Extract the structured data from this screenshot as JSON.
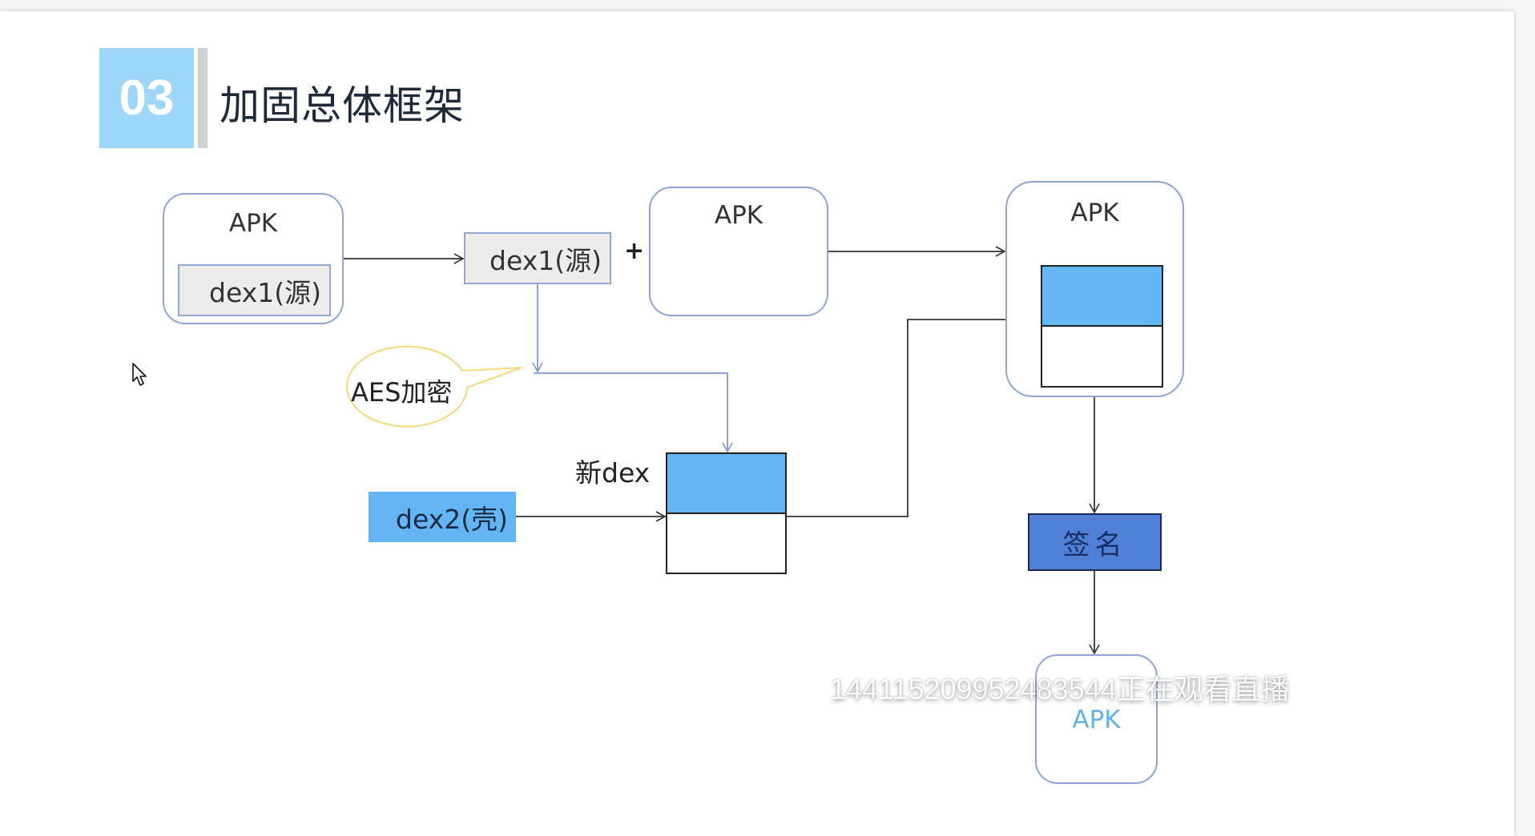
{
  "slide": {
    "section_number": "03",
    "title": "加固总体框架"
  },
  "diagram": {
    "source_apk": {
      "label": "APK",
      "inner_label": "dex1(源)"
    },
    "extracted_dex": {
      "label": "dex1(源)"
    },
    "plus_sign": "+",
    "shell_apk": {
      "label": "APK"
    },
    "encryption_callout": {
      "label": "AES加密"
    },
    "new_dex": {
      "label": "新dex"
    },
    "shell_dex": {
      "label": "dex2(壳)"
    },
    "merged_apk": {
      "label": "APK"
    },
    "sign_step": {
      "label": "签名"
    },
    "final_apk": {
      "label": "APK"
    }
  },
  "colors": {
    "number_box": "#9dd6f8",
    "dex_blue": "#64b5f6",
    "sign_blue": "#5080d6",
    "apk_border": "#8ea4d2",
    "callout_border": "#f5d76e",
    "final_apk_text": "#5fb4e4"
  },
  "overlay": {
    "watermark": "144115209952483544正在观看直播"
  }
}
